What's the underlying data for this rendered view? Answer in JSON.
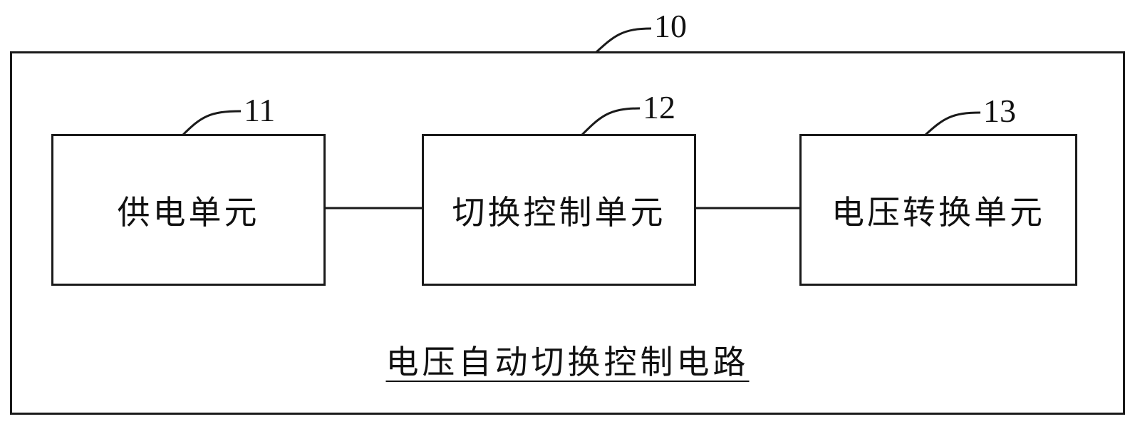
{
  "diagram": {
    "outer_ref": "10",
    "caption": "电压自动切换控制电路",
    "blocks": [
      {
        "ref": "11",
        "label": "供电单元"
      },
      {
        "ref": "12",
        "label": "切换控制单元"
      },
      {
        "ref": "13",
        "label": "电压转换单元"
      }
    ],
    "colors": {
      "line": "#1a1a1a",
      "background": "#ffffff"
    }
  }
}
